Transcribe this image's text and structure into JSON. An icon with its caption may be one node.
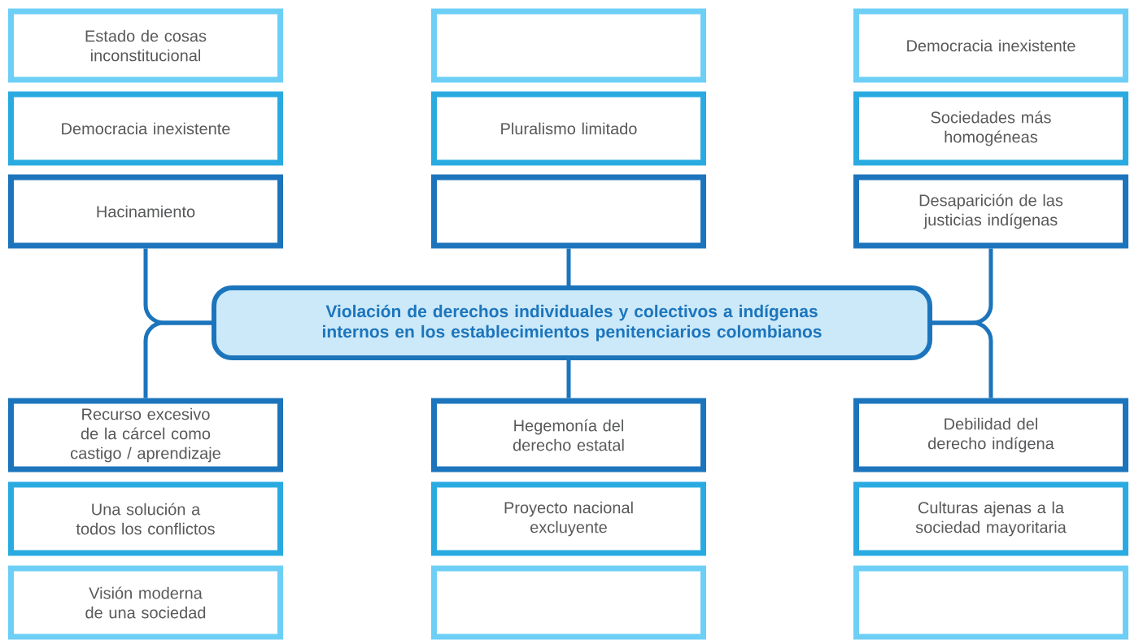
{
  "diagram": {
    "nodes": [
      {
        "text": [
          "Estado de cosas inconstitucional"
        ]
      },
      {
        "text": [],
        "shape": "box"
      },
      {
        "text": [
          "Democracia inexistente"
        ]
      },
      {
        "text": [
          "Democracia inexistente"
        ]
      },
      {
        "text": [
          "Pluralismo limitado"
        ]
      },
      {
        "text": [
          "Sociedades más homogéneas"
        ]
      },
      {
        "text": [
          "Hacinamiento"
        ]
      },
      {
        "text": [],
        "shape": "box"
      },
      {
        "text": [
          "Desaparición de las justicias indígenas"
        ]
      },
      {
        "text": [
          "Violación de derechos individuales y colectivos a indígenas internos en los establecimientos penitenciarios colombianos"
        ]
      },
      {
        "text": [
          "Recurso excesivo de la cárcel como castigo / aprendizaje"
        ]
      },
      {
        "text": [
          "Hegemonía del derecho estatal"
        ]
      },
      {
        "text": [
          "Debilidad del derecho indígena"
        ]
      },
      {
        "text": [
          "Una solución a todos los conflictos"
        ]
      },
      {
        "text": [
          "Proyecto nacional excluyente"
        ]
      },
      {
        "text": [
          "Culturas ajenas a la sociedad mayoritaria"
        ]
      },
      {
        "text": [
          "Visión moderna de una sociedad"
        ]
      },
      {
        "text": [],
        "shape": "box"
      },
      {
        "text": [],
        "shape": "box"
      }
    ],
    "edges": [
      {
        "from": 9,
        "to": 6,
        "arrow": "none"
      },
      {
        "from": 9,
        "to": 7,
        "arrow": "none"
      },
      {
        "from": 9,
        "to": 8,
        "arrow": "none"
      },
      {
        "from": 9,
        "to": 10,
        "arrow": "none"
      },
      {
        "from": 9,
        "to": 11,
        "arrow": "none"
      },
      {
        "from": 9,
        "to": 12,
        "arrow": "none"
      }
    ]
  }
}
